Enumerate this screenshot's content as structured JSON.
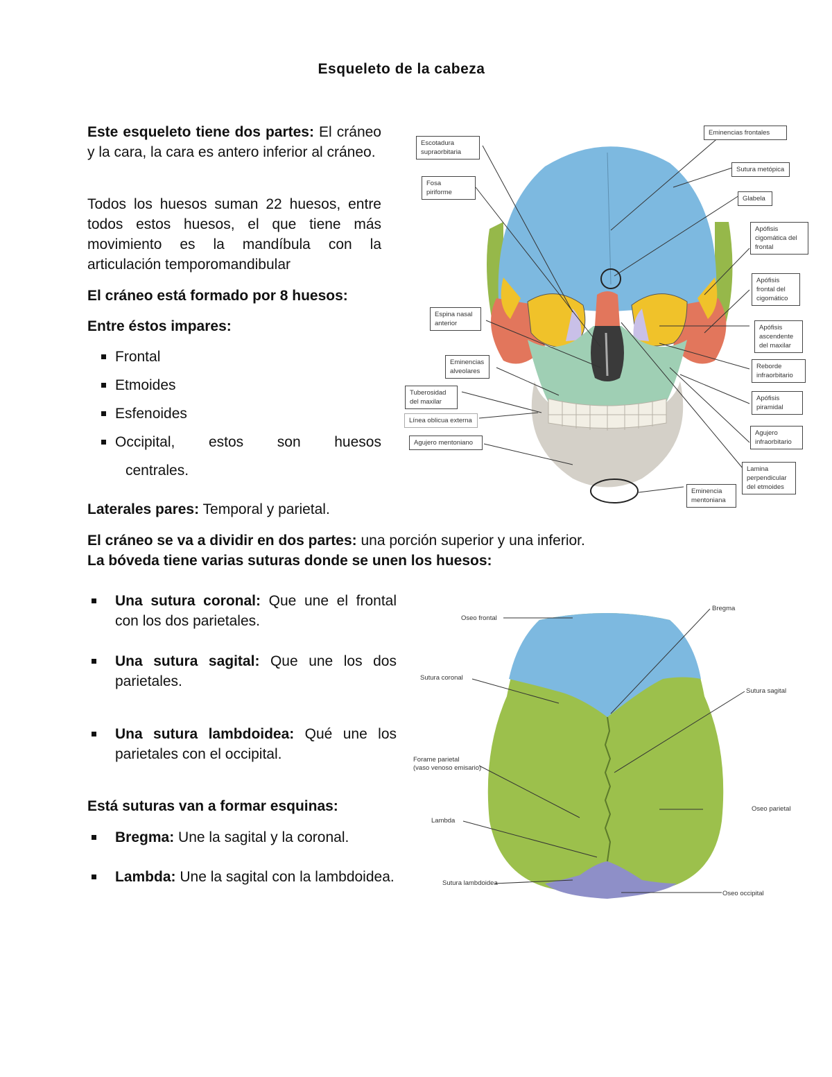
{
  "title": "Esqueleto de la cabeza",
  "intro": {
    "parts_lead": "Este esqueleto tiene dos partes:",
    "parts_text": " El cráneo y la cara, la cara es antero inferior al cráneo.",
    "bones_text": "Todos los huesos suman 22 huesos, entre todos estos huesos, el que tiene más movimiento es la mandíbula con la articulación temporomandibular",
    "skull_heading": "El cráneo está formado por 8 huesos:",
    "impares_heading": "Entre éstos impares:",
    "impares": [
      "Frontal",
      "Etmoides",
      "Esfenoides"
    ],
    "occipital_words": [
      "Occipital,",
      "estos",
      "son",
      "huesos"
    ],
    "occipital_cont": "centrales.",
    "pares_lead": "Laterales pares:",
    "pares_text": " Temporal y parietal.",
    "divide_lead": "El cráneo se va a dividir en dos partes:",
    "divide_text": " una porción superior y una inferior.",
    "boveda": "La bóveda tiene varias suturas donde se unen los huesos:"
  },
  "sutures": [
    {
      "lead": "Una sutura coronal:",
      "text": " Que une el frontal con los dos parietales."
    },
    {
      "lead": "Una sutura sagital:",
      "text": " Que une los dos parietales."
    },
    {
      "lead": "Una sutura lambdoidea:",
      "text": " Qué une los parietales con el occipital."
    }
  ],
  "corners_heading": "Está suturas van a formar esquinas:",
  "corners": [
    {
      "lead": "Bregma:",
      "text": " Une la sagital y la coronal."
    },
    {
      "lead": "Lambda:",
      "text": " Une la sagital con la lambdoidea."
    }
  ],
  "front_labels": {
    "escotadura": [
      "Escotadura",
      "supraorbitaria"
    ],
    "fosa": [
      "Fosa",
      "piriforme"
    ],
    "espina": [
      "Espina nasal",
      "anterior"
    ],
    "eminencias_alv": [
      "Eminencias",
      "alveolares"
    ],
    "tuberosidad": [
      "Tuberosidad",
      "del maxilar"
    ],
    "linea": [
      "Línea oblicua externa"
    ],
    "agujero_ment": [
      "Agujero mentoniano"
    ],
    "eminencias_front": [
      "Eminencias frontales"
    ],
    "sutura_meto": [
      "Sutura metópica"
    ],
    "glabela": [
      "Glabela"
    ],
    "apof_cig_front": [
      "Apófisis",
      "cigomática del",
      "frontal"
    ],
    "apof_front_cig": [
      "Apófisis",
      "frontal del",
      "cigomático"
    ],
    "apof_asc": [
      "Apófisis",
      "ascendente",
      "del maxilar"
    ],
    "reborde": [
      "Reborde",
      "infraorbitario"
    ],
    "apof_pir": [
      "Apófisis",
      "piramidal"
    ],
    "agujero_inf": [
      "Agujero",
      "infraorbitario"
    ],
    "lamina": [
      "Lamina",
      "perpendicular",
      "del etmoides"
    ],
    "eminencia_ment": [
      "Eminencia",
      "mentoniana"
    ]
  },
  "top_labels": {
    "hueso_frontal": "Oseo frontal",
    "bregma": "Bregma",
    "sutura_coronal": "Sutura coronal",
    "sutura_sagital": "Sutura sagital",
    "foramen": "Forame parietal",
    "foramen_sub": "(vaso venoso emisario)",
    "lambda": "Lambda",
    "hueso_parietal": "Oseo parietal",
    "sutura_lamb": "Sutura lambdoidea",
    "hueso_occipital": "Oseo occipital"
  },
  "colors": {
    "frontal": "#7db9e0",
    "parietal": "#9cc04c",
    "occipital": "#8e8fc8",
    "maxilar": "#9fcfb4",
    "cigomatico": "#e2765c",
    "esfenoides": "#f0c22a",
    "mandibula": "#d4d0c8",
    "temporal": "#96b84a"
  }
}
